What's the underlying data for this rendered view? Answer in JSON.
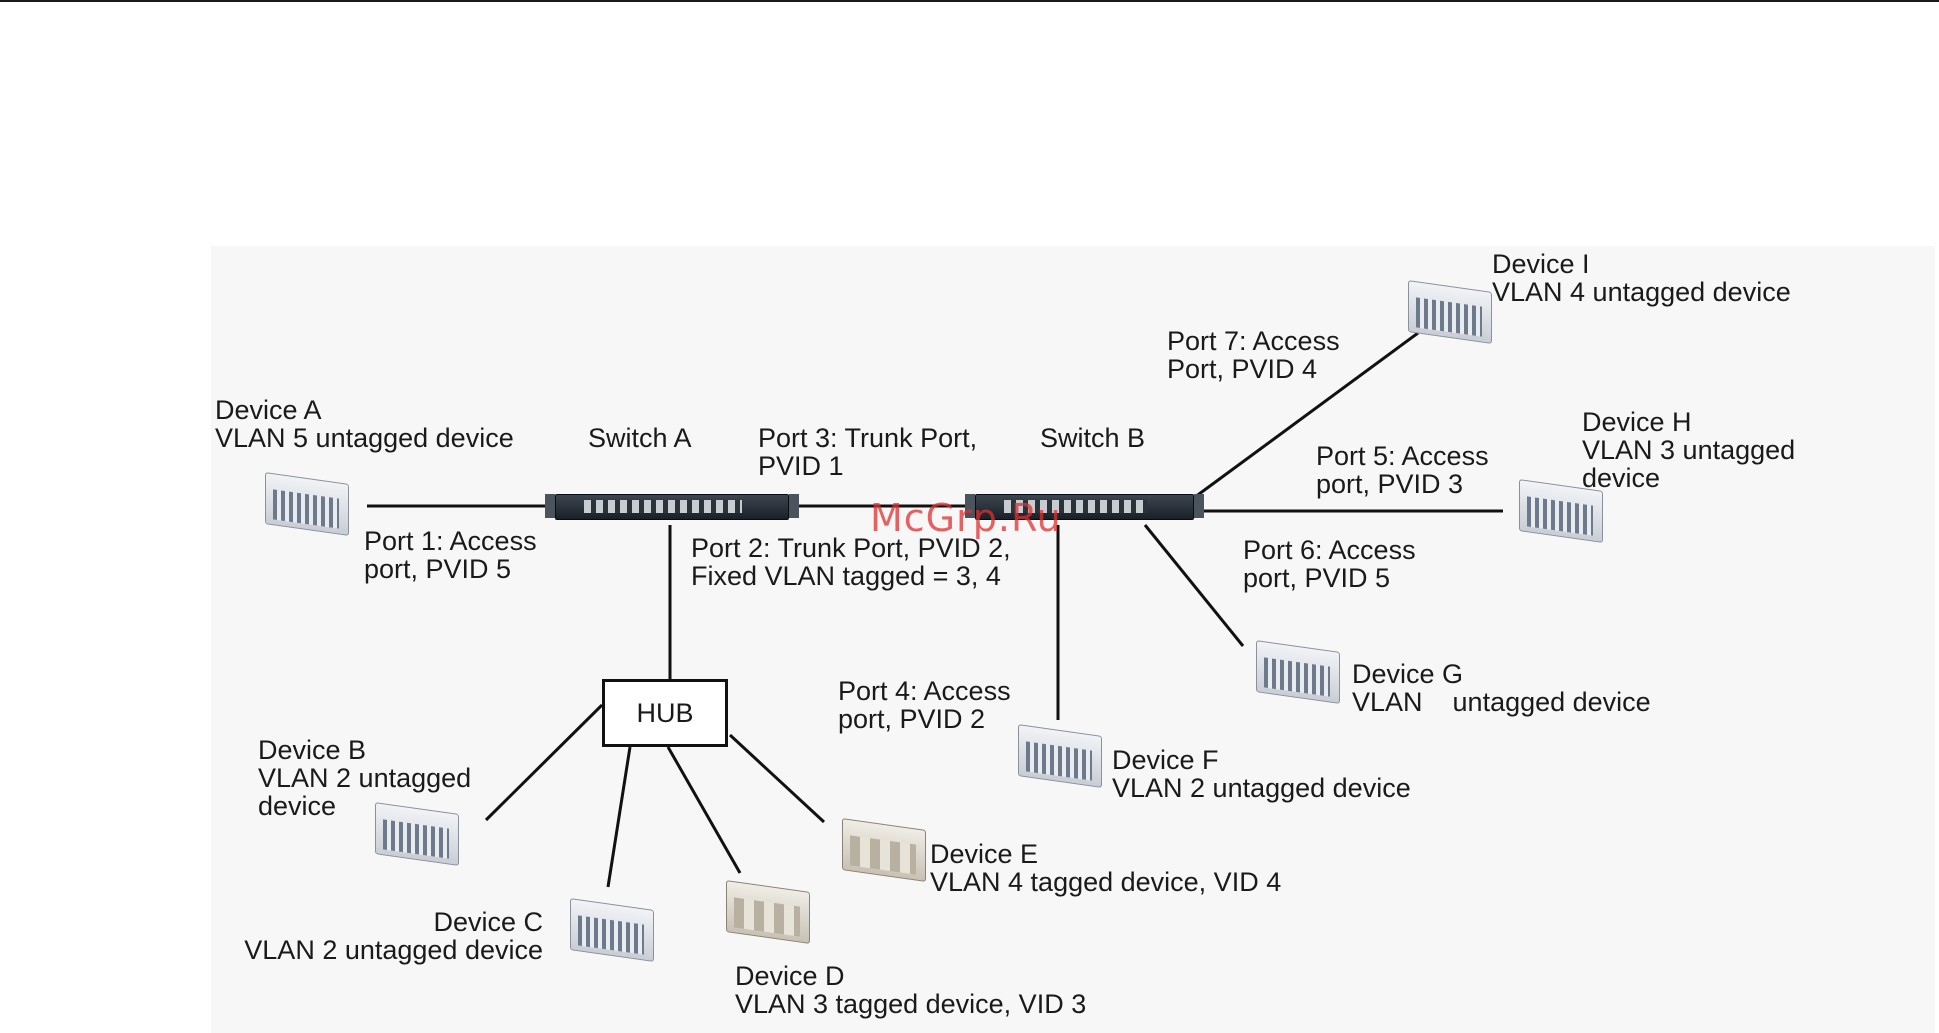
{
  "watermark": "McGrp.Ru",
  "switches": {
    "a": {
      "label": "Switch A"
    },
    "b": {
      "label": "Switch B"
    }
  },
  "hub": {
    "label": "HUB"
  },
  "devices": {
    "a": {
      "name": "Device A",
      "desc": "VLAN 5 untagged device"
    },
    "b": {
      "name": "Device B",
      "desc_line1": "VLAN 2 untagged",
      "desc_line2": "device"
    },
    "c": {
      "name": "Device C",
      "desc": "VLAN 2 untagged device"
    },
    "d": {
      "name": "Device D",
      "desc": "VLAN 3 tagged device, VID 3"
    },
    "e": {
      "name": "Device E",
      "desc": "VLAN 4 tagged device, VID 4"
    },
    "f": {
      "name": "Device F",
      "desc": "VLAN 2 untagged device"
    },
    "g": {
      "name": "Device G",
      "desc": "VLAN    untagged device"
    },
    "h": {
      "name": "Device H",
      "desc_line1": "VLAN 3 untagged",
      "desc_line2": "device"
    },
    "i": {
      "name": "Device I",
      "desc": "VLAN 4 untagged device"
    }
  },
  "ports": {
    "p1": {
      "line1": "Port 1: Access",
      "line2": "port, PVID 5"
    },
    "p2": {
      "line1": "Port 2: Trunk Port, PVID 2,",
      "line2": "Fixed VLAN tagged = 3, 4"
    },
    "p3": {
      "line1": "Port 3: Trunk Port,",
      "line2": "PVID 1"
    },
    "p4": {
      "line1": "Port 4: Access",
      "line2": "port, PVID 2"
    },
    "p5": {
      "line1": "Port 5: Access",
      "line2": "port, PVID 3"
    },
    "p6": {
      "line1": "Port 6: Access",
      "line2": "port, PVID 5"
    },
    "p7": {
      "line1": "Port 7: Access",
      "line2": "Port, PVID 4"
    }
  },
  "colors": {
    "line": "#111111",
    "watermark": "#e03030",
    "panel": "#f7f7f7"
  }
}
